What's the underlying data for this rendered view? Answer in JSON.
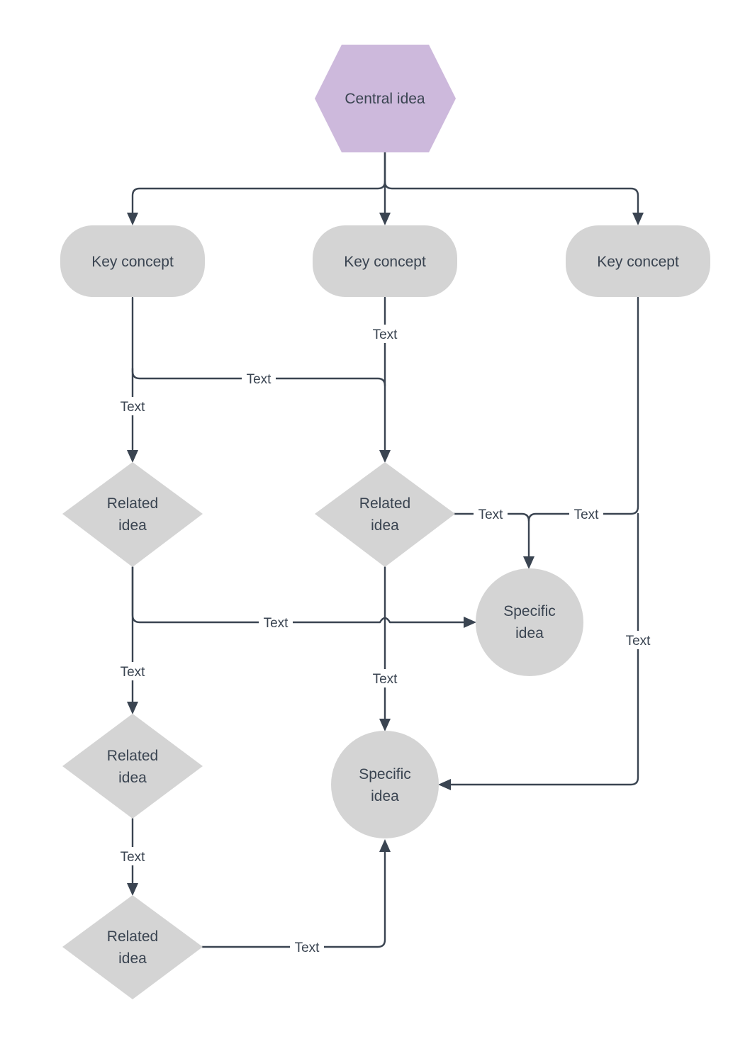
{
  "colors": {
    "central_fill": "#cdb9dc",
    "node_fill": "#d4d4d4",
    "line": "#3a4451",
    "text": "#3a4451",
    "background": "#ffffff"
  },
  "nodes": {
    "central": {
      "label": "Central idea"
    },
    "key_concept_1": {
      "label": "Key concept"
    },
    "key_concept_2": {
      "label": "Key concept"
    },
    "key_concept_3": {
      "label": "Key concept"
    },
    "related_1": {
      "line1": "Related",
      "line2": "idea"
    },
    "related_2": {
      "line1": "Related",
      "line2": "idea"
    },
    "related_3": {
      "line1": "Related",
      "line2": "idea"
    },
    "related_4": {
      "line1": "Related",
      "line2": "idea"
    },
    "specific_1": {
      "line1": "Specific",
      "line2": "idea"
    },
    "specific_2": {
      "line1": "Specific",
      "line2": "idea"
    }
  },
  "edge_labels": {
    "kc2_to_related2": "Text",
    "kc1_to_related2": "Text",
    "kc1_to_related1": "Text",
    "related2_to_specific1": "Text",
    "kc3_to_specific1": "Text",
    "related1_to_specific1": "Text",
    "related1_to_related3": "Text",
    "related2_to_specific2": "Text",
    "kc3_to_specific2": "Text",
    "related3_to_related4": "Text",
    "related4_to_specific2": "Text"
  }
}
